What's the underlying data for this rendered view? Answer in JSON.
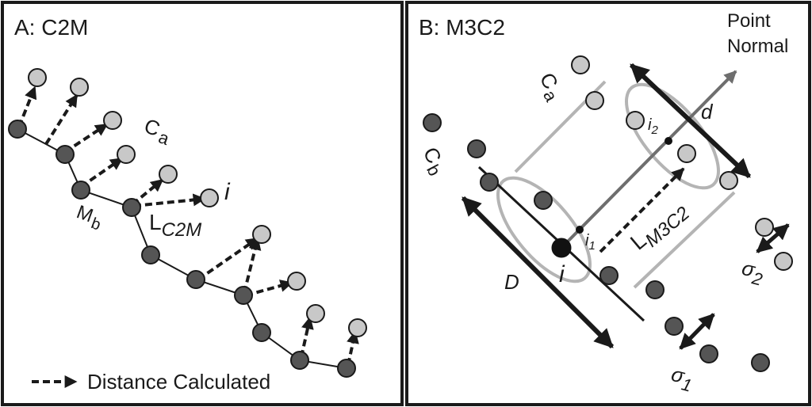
{
  "panel_a": {
    "title": "A: C2M",
    "label_ca": "C",
    "label_ca_sub": "a",
    "label_mb": "M",
    "label_mb_sub": "b",
    "label_i": "i",
    "label_l": "L",
    "label_l_sub": "C2M",
    "legend_text": "Distance Calculated"
  },
  "panel_b": {
    "title": "B: M3C2",
    "normal_line1": "Point",
    "normal_line2": "Normal",
    "label_ca": "C",
    "label_ca_sub": "a",
    "label_cb": "C",
    "label_cb_sub": "b",
    "label_d": "d",
    "label_D": "D",
    "label_i": "i",
    "label_i1": "i",
    "label_i1_sub": "1",
    "label_i2": "i",
    "label_i2_sub": "2",
    "label_l": "L",
    "label_l_sub": "M3C2",
    "label_sigma1": "σ",
    "label_sigma1_sub": "1",
    "label_sigma2": "σ",
    "label_sigma2_sub": "2"
  },
  "colors": {
    "dark_point": "#555555",
    "light_point": "#c8c8c8",
    "line": "#1a1a1a",
    "normal_arrow": "#6e6e6e",
    "cylinder": "#b4b4b4"
  }
}
